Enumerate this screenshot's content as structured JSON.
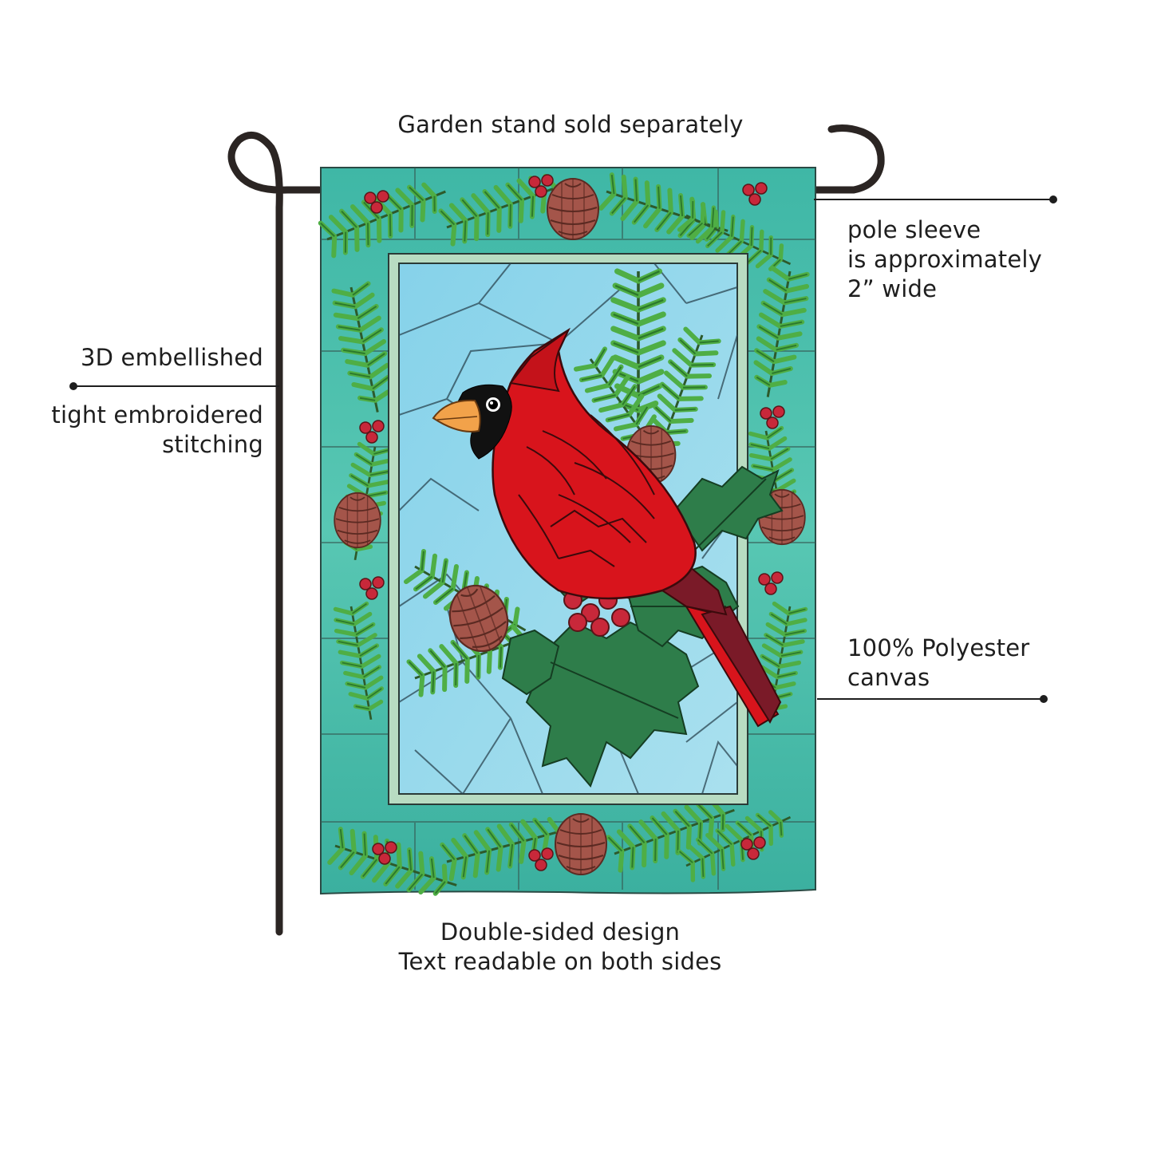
{
  "callouts": {
    "stand": {
      "text": "Garden stand sold separately"
    },
    "sleeve": {
      "lines": [
        "pole sleeve",
        "is approximately",
        "2” wide"
      ]
    },
    "embellished": {
      "text": "3D embellished"
    },
    "stitching": {
      "lines": [
        "tight embroidered",
        "stitching"
      ]
    },
    "material": {
      "lines": [
        "100% Polyester",
        "canvas"
      ]
    },
    "double_sided": {
      "lines": [
        "Double-sided design",
        "Text readable on both sides"
      ]
    }
  },
  "colors": {
    "stand": "#2b2523",
    "leader_line": "#1e1e1e",
    "flag_border_teal": "#4fc3b0",
    "glass_blue": "#8fd3ea",
    "cardinal_red": "#d8141c",
    "holly_green": "#2e7d4a",
    "pine_green": "#3f9a3a",
    "berry_red": "#c8283a",
    "pinecone_brown": "#a4554a"
  },
  "icons": [
    "garden-stand-icon",
    "cardinal-icon",
    "pinecone-icon",
    "holly-icon",
    "berry-icon"
  ]
}
